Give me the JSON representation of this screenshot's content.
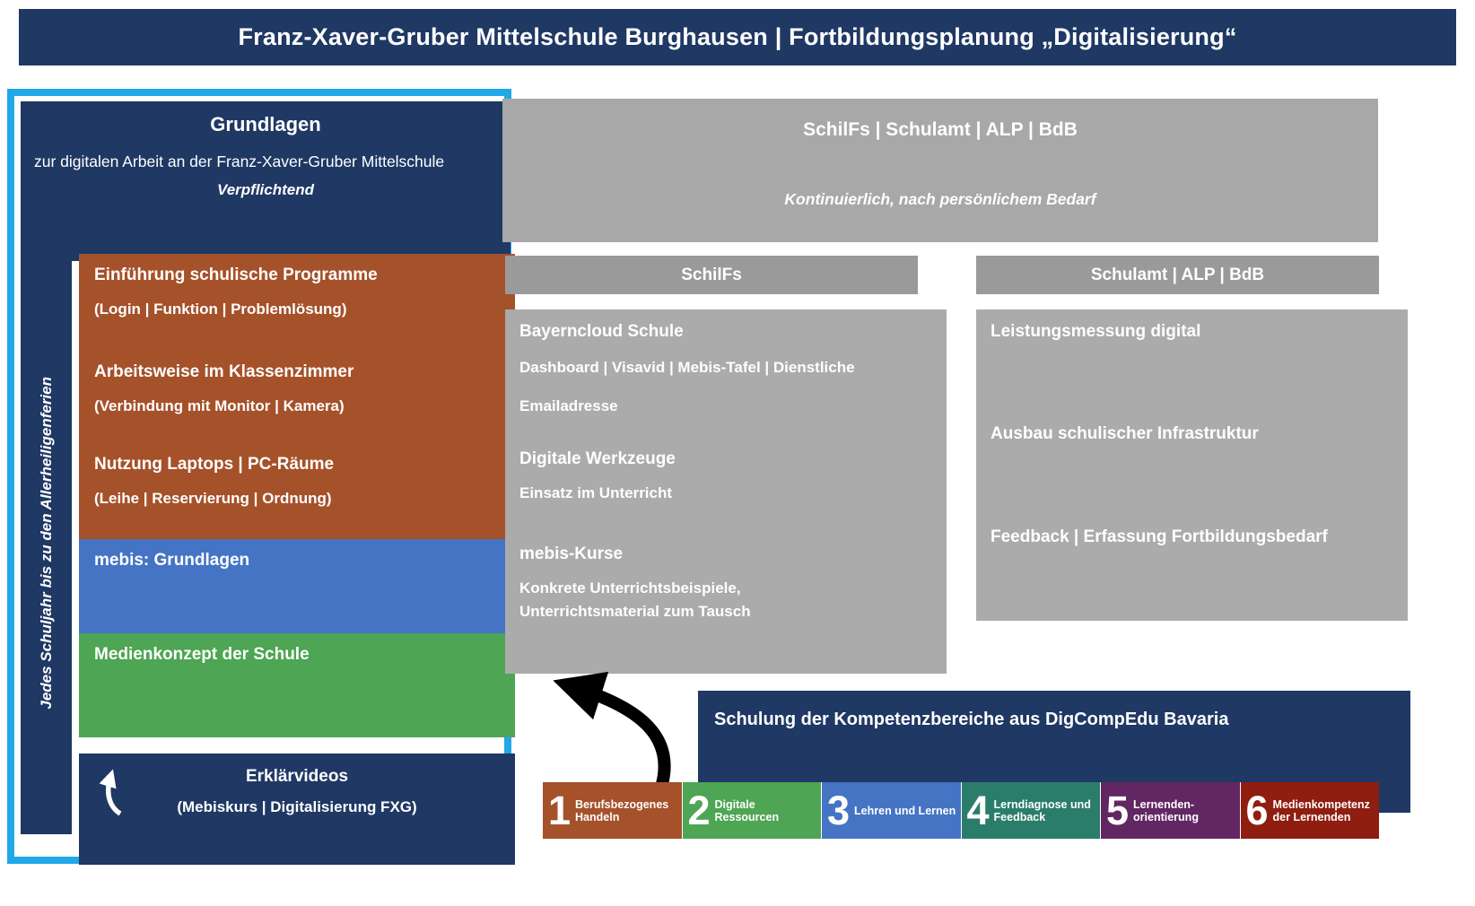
{
  "banner": {
    "title": "Franz-Xaver-Gruber Mittelschule Burghausen | Fortbildungsplanung „Digitalisierung“"
  },
  "colors": {
    "navy": "#1F3864",
    "rust": "#A5512A",
    "blue": "#4574C4",
    "green": "#4EA553",
    "gray_panel": "#ABABAB",
    "gray_header": "#9A9A9A",
    "highlight_border": "#20A8E8"
  },
  "grundlagen": {
    "title": "Grundlagen",
    "subtitle": "zur digitalen Arbeit an der Franz-Xaver-Gruber Mittelschule",
    "note": "Verpflichtend",
    "side_label": "Jedes Schuljahr bis zu den Allerheiligenferien",
    "items": [
      {
        "title": "Einführung schulische Programme",
        "subtitle": "(Login | Funktion | Problemlösung)"
      },
      {
        "title": "Arbeitsweise im Klassenzimmer",
        "subtitle": "(Verbindung mit Monitor | Kamera)"
      },
      {
        "title": "Nutzung Laptops | PC-Räume",
        "subtitle": "(Leihe | Reservierung | Ordnung)"
      },
      {
        "title": "mebis: Grundlagen",
        "subtitle": ""
      },
      {
        "title": "Medienkonzept der Schule",
        "subtitle": ""
      }
    ],
    "videos": {
      "title": "Erklärvideos",
      "subtitle": "(Mebiskurs | Digitalisierung FXG)"
    }
  },
  "continuous": {
    "title": "SchilFs | Schulamt | ALP | BdB",
    "note": "Kontinuierlich, nach persönlichem Bedarf",
    "columns": [
      {
        "header": "SchilFs",
        "items": [
          {
            "title": "Bayerncloud Schule",
            "subtitle": "Dashboard | Visavid | Mebis-Tafel | Dienstliche Emailadresse"
          },
          {
            "title": "Digitale Werkzeuge",
            "subtitle": "Einsatz im Unterricht"
          },
          {
            "title": "mebis-Kurse",
            "subtitle": "Konkrete Unterrichtsbeispiele, Unterrichtsmaterial zum Tausch"
          }
        ]
      },
      {
        "header": "Schulamt | ALP | BdB",
        "items": [
          {
            "title": "Leistungsmessung digital",
            "subtitle": ""
          },
          {
            "title": "Ausbau schulischer Infrastruktur",
            "subtitle": ""
          },
          {
            "title": "Feedback | Erfassung Fortbildungsbedarf",
            "subtitle": ""
          }
        ]
      }
    ]
  },
  "digcompedu": {
    "title": "Schulung der Kompetenzbereiche aus DigCompEdu Bavaria",
    "segments": [
      {
        "number": "1",
        "label": "Berufsbezogenes Handeln",
        "color": "#A5512A"
      },
      {
        "number": "2",
        "label": "Digitale Ressourcen",
        "color": "#4EA553"
      },
      {
        "number": "3",
        "label": "Lehren und Lernen",
        "color": "#4574C4"
      },
      {
        "number": "4",
        "label": "Lerndiagnose und Feedback",
        "color": "#2B7D6B"
      },
      {
        "number": "5",
        "label": "Lernenden-orientierung",
        "color": "#622663"
      },
      {
        "number": "6",
        "label": "Medienkompetenz der Lernenden",
        "color": "#8F1D10"
      }
    ]
  }
}
